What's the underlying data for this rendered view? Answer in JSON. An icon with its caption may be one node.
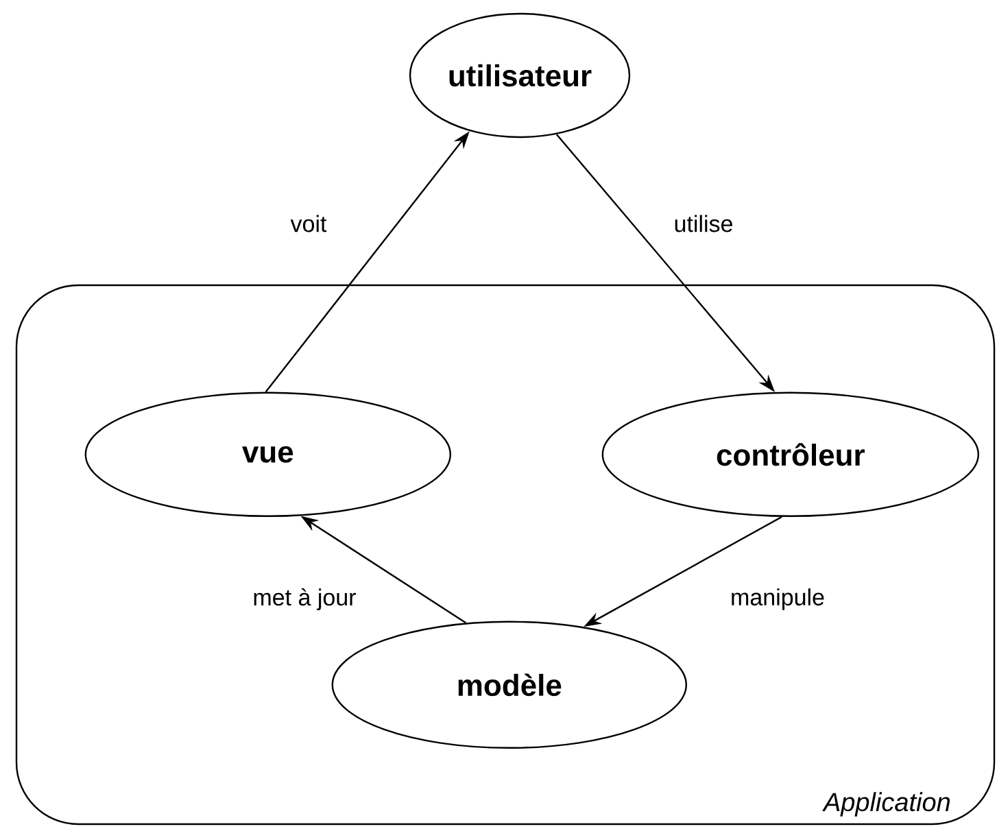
{
  "diagram": {
    "nodes": [
      {
        "text": [
          "Application"
        ]
      },
      {
        "text": [
          "utilisateur"
        ]
      },
      {
        "text": [
          "vue"
        ],
        "in": 0
      },
      {
        "text": [
          "contrôleur"
        ],
        "in": 0
      },
      {
        "text": [
          "modèle"
        ],
        "in": 0
      }
    ],
    "edges": [
      {
        "from": 2,
        "to": 1,
        "arrow": "to",
        "label": "voit"
      },
      {
        "from": 1,
        "to": 3,
        "arrow": "to",
        "label": "utilise"
      },
      {
        "from": 3,
        "to": 4,
        "arrow": "to",
        "label": "manipule"
      },
      {
        "from": 4,
        "to": 2,
        "arrow": "to",
        "label": "met à jour"
      }
    ]
  }
}
